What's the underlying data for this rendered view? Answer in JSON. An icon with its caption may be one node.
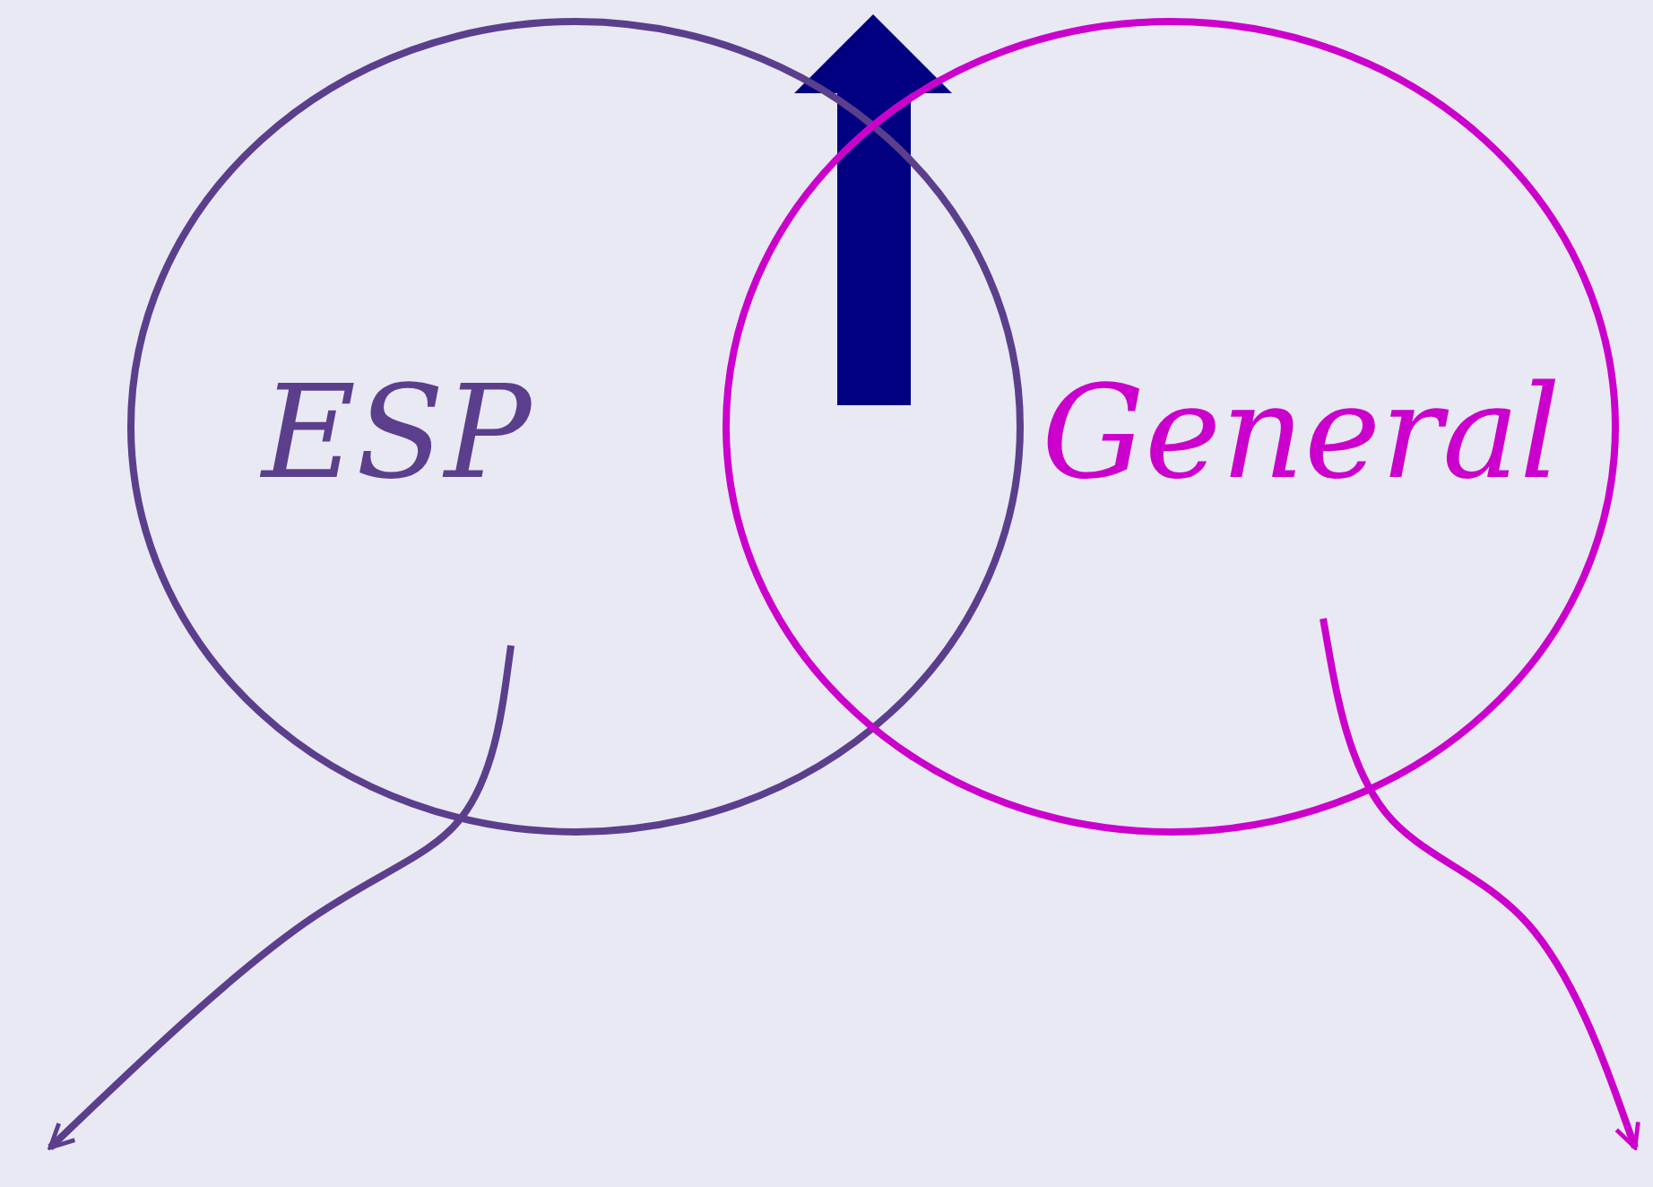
{
  "diagram": {
    "nodes": [
      {
        "text": [
          "ESP"
        ]
      },
      {
        "text": [
          "General"
        ]
      }
    ],
    "edges": [
      {
        "from": 0,
        "to": null,
        "arrow": "to",
        "color": "#5b3f8c"
      },
      {
        "from": 1,
        "to": null,
        "arrow": "to",
        "color": "#cc00cc"
      }
    ]
  }
}
